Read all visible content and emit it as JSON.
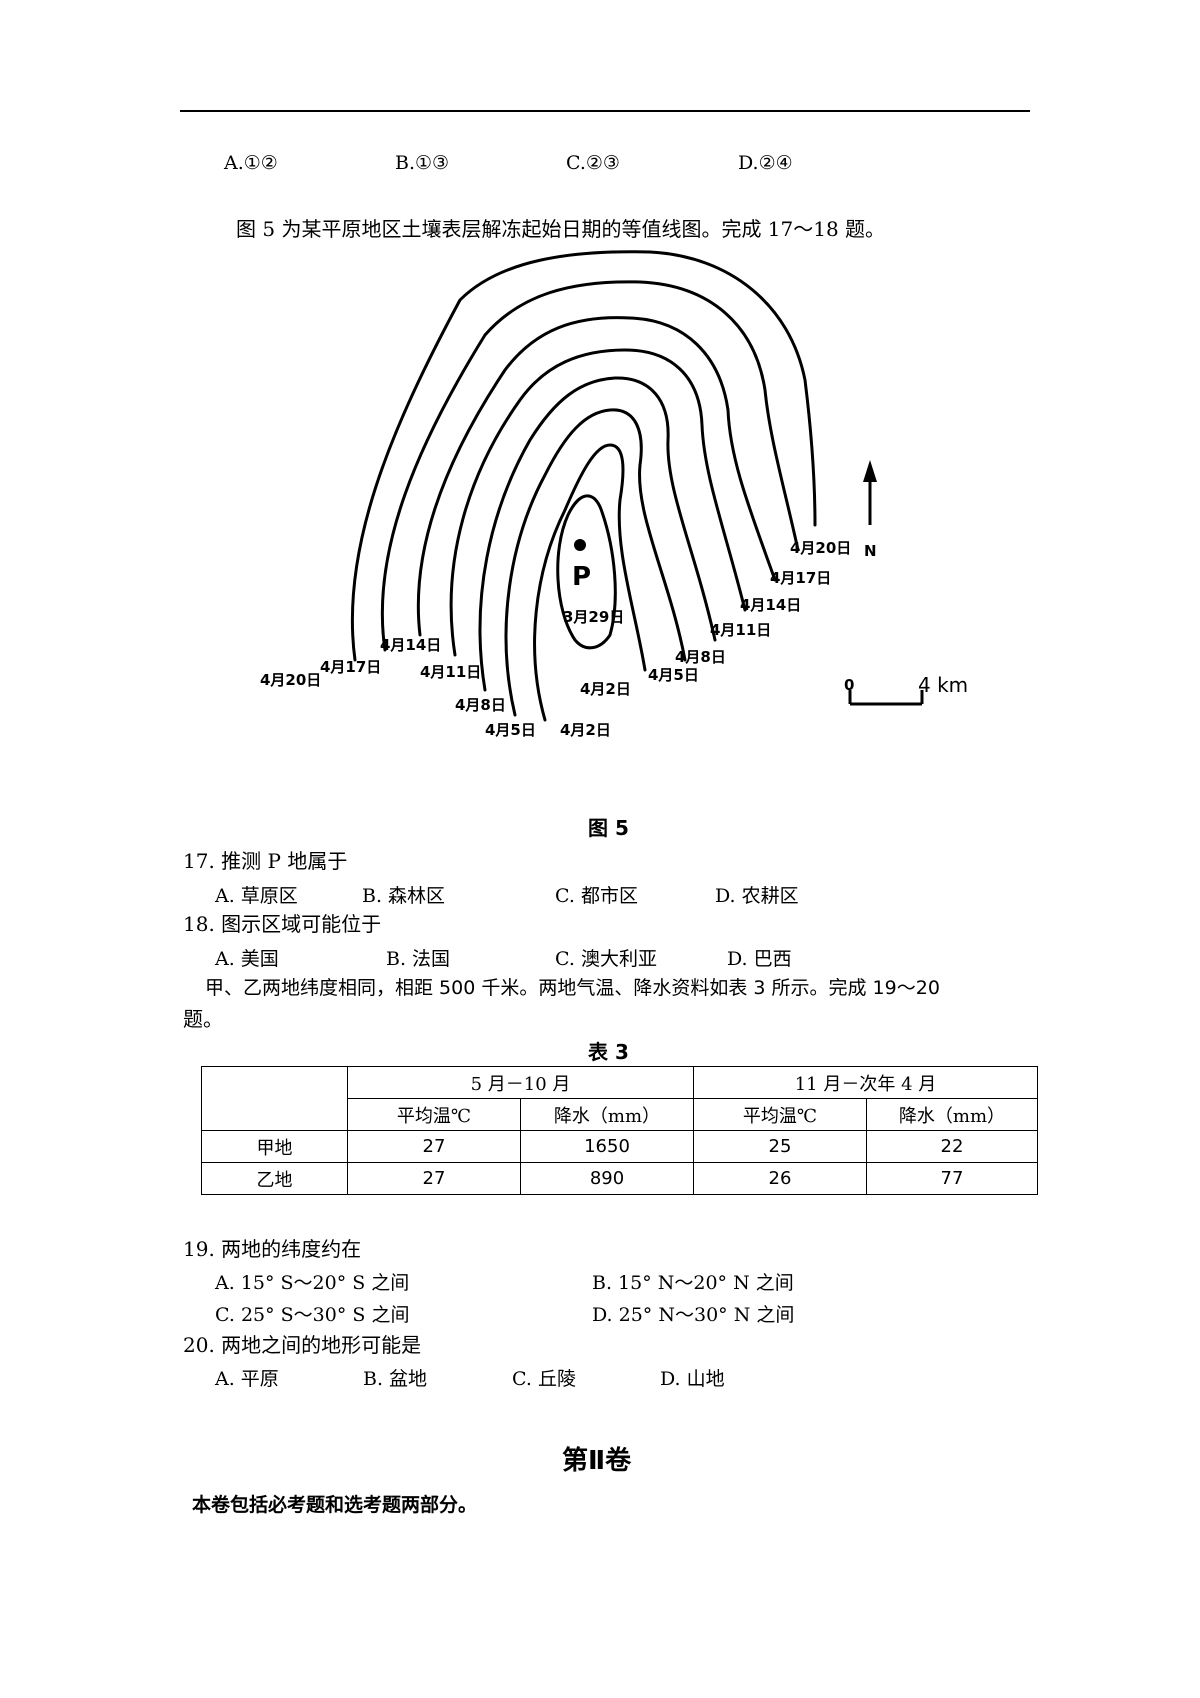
{
  "q16_options": [
    "A.①②",
    "B.①③",
    "C.②③",
    "D.②④"
  ],
  "intro_17_18": "图 5 为某平原地区土壤表层解冻起始日期的等值线图。完成 17～18 题。",
  "map": {
    "p_label": "P",
    "center_label": "3月29日",
    "left_labels": [
      "4月20日",
      "4月17日",
      "4月14日",
      "4月11日",
      "4月8日",
      "4月5日",
      "4月2日"
    ],
    "right_labels": [
      "4月20日",
      "4月17日",
      "4月14日",
      "4月11日",
      "4月8日",
      "4月5日",
      "4月2日"
    ],
    "north_label": "N",
    "scale_zero": "0",
    "scale_label": "4 km"
  },
  "fig_caption": "图 5",
  "q17": {
    "stem": "17. 推测 P 地属于",
    "options": [
      "A. 草原区",
      "B. 森林区",
      "C. 都市区",
      "D. 农耕区"
    ]
  },
  "q18": {
    "stem": "18. 图示区域可能位于",
    "options": [
      "A. 美国",
      "B. 法国",
      "C. 澳大利亚",
      "D. 巴西"
    ]
  },
  "intro_19_20": {
    "line1": "甲、乙两地纬度相同，相距 500 千米。两地气温、降水资料如表 3 所示。完成 19～20",
    "line2": "题。"
  },
  "table_caption": "表 3",
  "table3": {
    "period1": "5 月－10 月",
    "period2": "11 月－次年 4 月",
    "temp_header": "平均温℃",
    "precip_header": "降水（mm）",
    "rows": [
      {
        "name": "甲地",
        "t1": "27",
        "p1": "1650",
        "t2": "25",
        "p2": "22"
      },
      {
        "name": "乙地",
        "t1": "27",
        "p1": "890",
        "t2": "26",
        "p2": "77"
      }
    ]
  },
  "q19": {
    "stem": "19. 两地的纬度约在",
    "options": [
      "A. 15° S～20° S 之间",
      "B. 15° N～20° N 之间",
      "C. 25° S～30° S 之间",
      "D. 25° N～30° N 之间"
    ]
  },
  "q20": {
    "stem": "20. 两地之间的地形可能是",
    "options": [
      "A. 平原",
      "B. 盆地",
      "C. 丘陵",
      "D. 山地"
    ]
  },
  "section_title": "第Ⅱ卷",
  "section_note": "本卷包括必考题和选考题两部分。"
}
